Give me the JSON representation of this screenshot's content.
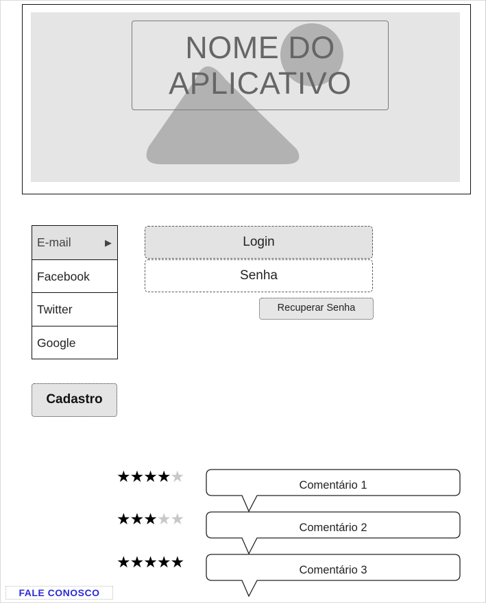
{
  "header": {
    "app_name_line1": "NOME DO",
    "app_name_line2": "APLICATIVO"
  },
  "login_menu": {
    "items": [
      {
        "label": "E-mail",
        "selected": true
      },
      {
        "label": "Facebook"
      },
      {
        "label": "Twitter"
      },
      {
        "label": "Google"
      }
    ]
  },
  "form": {
    "login_label": "Login",
    "password_label": "Senha",
    "recover_label": "Recuperar Senha",
    "signup_label": "Cadastro"
  },
  "comments": [
    {
      "text": "Comentário 1",
      "rating": 4,
      "max": 5
    },
    {
      "text": "Comentário 2",
      "rating": 3,
      "max": 5
    },
    {
      "text": "Comentário 3",
      "rating": 5,
      "max": 5
    }
  ],
  "footer": {
    "contact_label": "FALE CONOSCO",
    "contact_color": "#2b2bd6"
  },
  "icons": {
    "menu_arrow": "arrow-right-icon",
    "hero_image": "image-placeholder-icon"
  }
}
